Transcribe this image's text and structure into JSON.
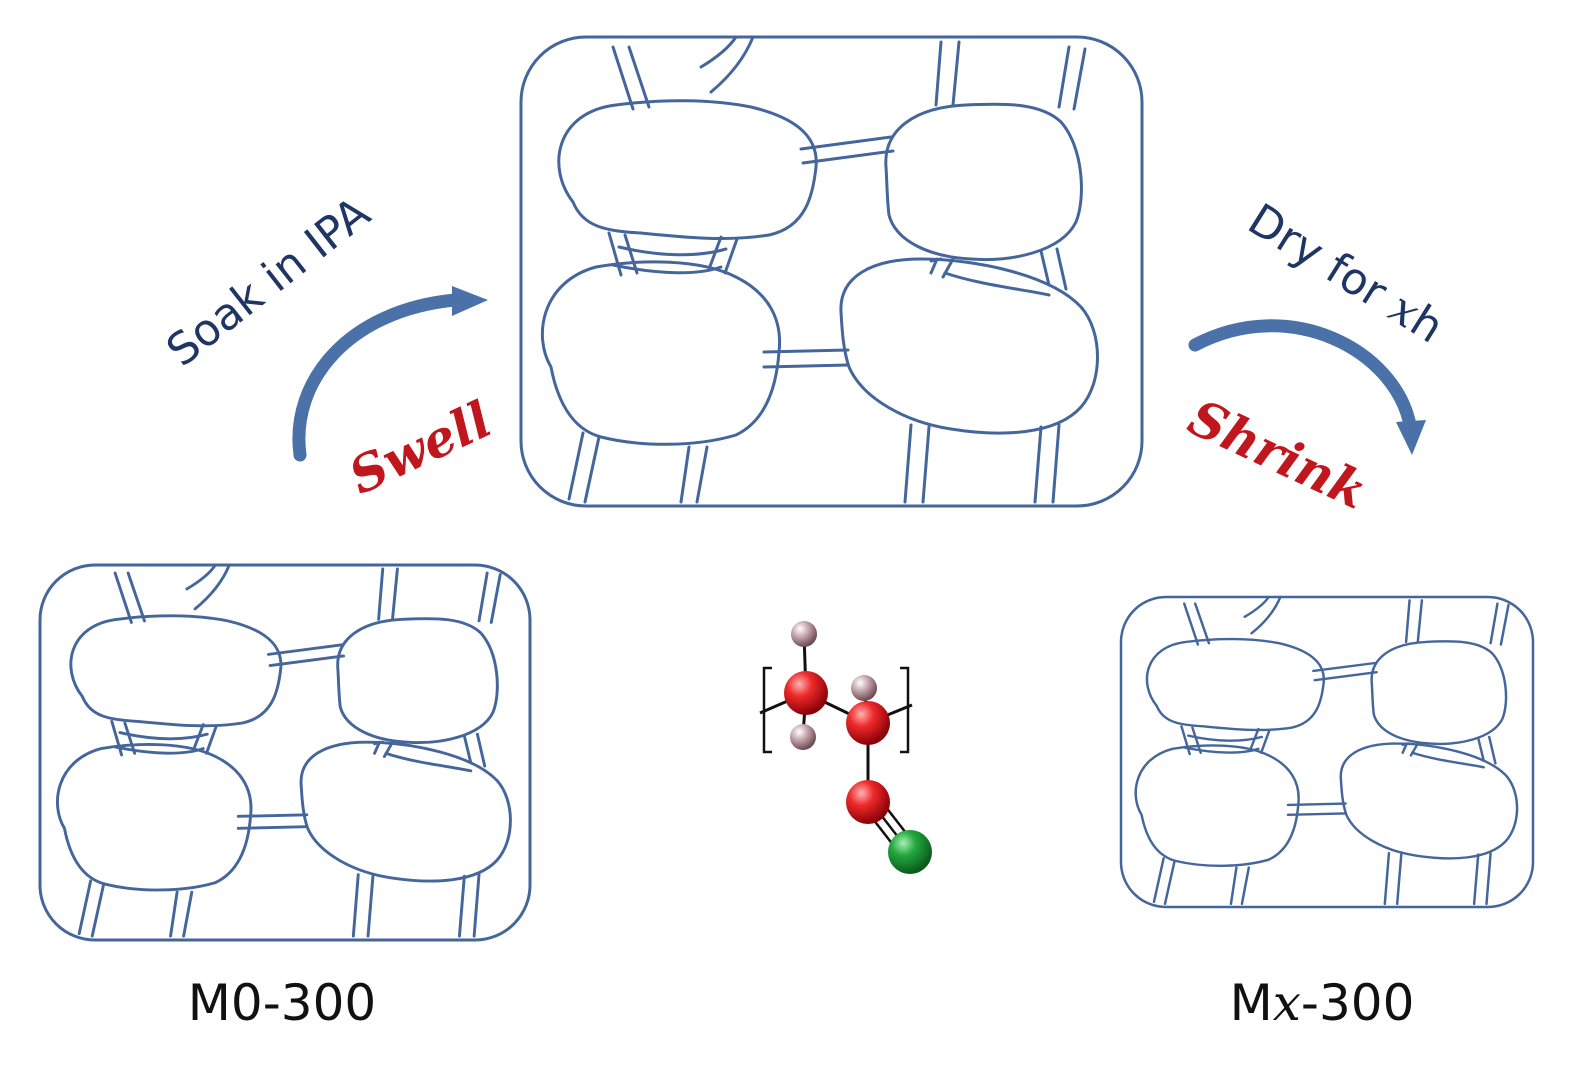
{
  "labels": {
    "soak": "Soak in IPA",
    "dry_prefix": "Dry for ",
    "dry_var": "x",
    "dry_suffix": "h",
    "swell": "Swell",
    "shrink": "Shrink",
    "left_sample": "M0-300",
    "right_sample_prefix": "M",
    "right_sample_var": "x",
    "right_sample_suffix": "-300"
  },
  "colors": {
    "network": "#44669b",
    "arrow": "#4a72a8",
    "process_text": "#1f3563",
    "action_text": "#c0161d",
    "sample_text": "#111111",
    "carbon_atom": "#e0101e",
    "hydrogen_atom": "#b08a94",
    "nitrogen_atom": "#1a9a36"
  },
  "icons": {
    "swell_arrow": "curved-arrow-icon",
    "shrink_arrow": "curved-arrow-icon",
    "molecule": "polyacrylonitrile-repeat-unit-icon"
  }
}
